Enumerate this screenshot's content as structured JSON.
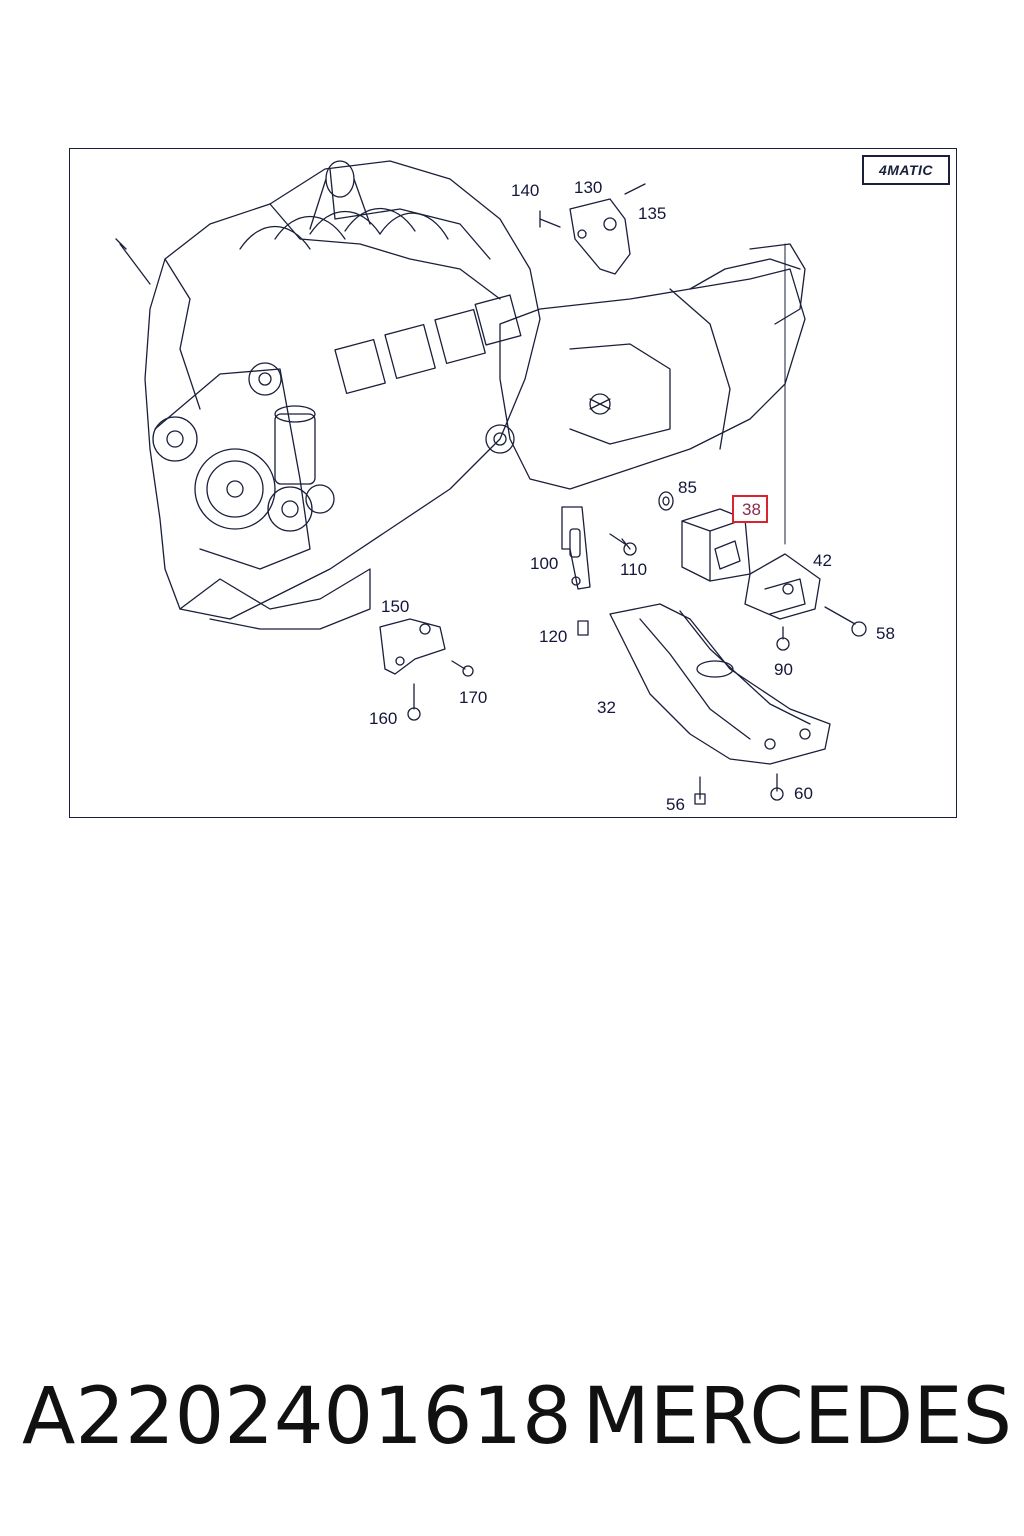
{
  "badge": {
    "text": "4MATIC"
  },
  "callouts": [
    {
      "id": "140",
      "label": "140",
      "highlighted": false
    },
    {
      "id": "130",
      "label": "130",
      "highlighted": false
    },
    {
      "id": "135",
      "label": "135",
      "highlighted": false
    },
    {
      "id": "85",
      "label": "85",
      "highlighted": false
    },
    {
      "id": "38",
      "label": "38",
      "highlighted": true
    },
    {
      "id": "42",
      "label": "42",
      "highlighted": false
    },
    {
      "id": "100",
      "label": "100",
      "highlighted": false
    },
    {
      "id": "110",
      "label": "110",
      "highlighted": false
    },
    {
      "id": "150",
      "label": "150",
      "highlighted": false
    },
    {
      "id": "120",
      "label": "120",
      "highlighted": false
    },
    {
      "id": "58",
      "label": "58",
      "highlighted": false
    },
    {
      "id": "90",
      "label": "90",
      "highlighted": false
    },
    {
      "id": "170",
      "label": "170",
      "highlighted": false
    },
    {
      "id": "32",
      "label": "32",
      "highlighted": false
    },
    {
      "id": "160",
      "label": "160",
      "highlighted": false
    },
    {
      "id": "56",
      "label": "56",
      "highlighted": false
    },
    {
      "id": "60",
      "label": "60",
      "highlighted": false
    }
  ],
  "caption": {
    "part_number": "A2202401618",
    "brand": "MERCEDES"
  },
  "colors": {
    "line": "#1a1f3a",
    "highlight_border": "#d9232e",
    "highlight_text": "#8a2a4a"
  }
}
